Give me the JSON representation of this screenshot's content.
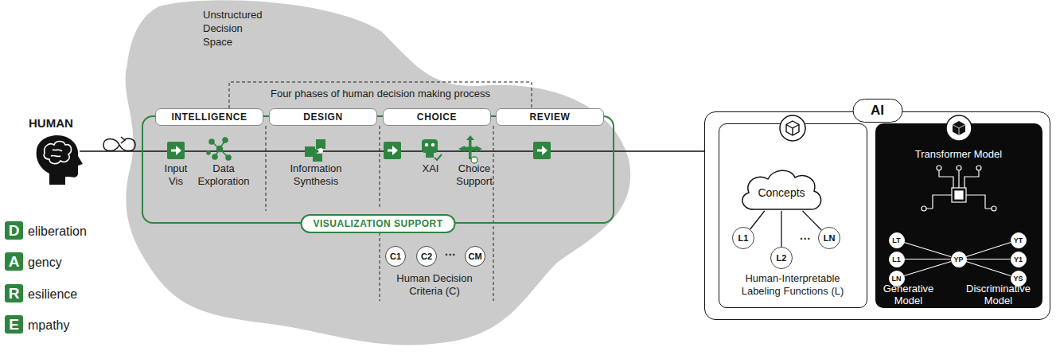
{
  "diagram": {
    "nodes": [
      {
        "text": [
          "VISUALIZATION SUPPORT"
        ]
      },
      {
        "text": [
          "INTELLIGENCE"
        ],
        "in": 0
      },
      {
        "text": [
          "DESIGN"
        ],
        "in": 0
      },
      {
        "text": [
          "CHOICE"
        ],
        "in": 0
      },
      {
        "text": [
          "REVIEW"
        ],
        "in": 0
      },
      {
        "text": [
          "C1"
        ]
      },
      {
        "text": [
          "C2"
        ]
      },
      {
        "text": [
          "CM"
        ]
      },
      {
        "text": [
          "D",
          "eliberation"
        ]
      },
      {
        "text": [
          "A",
          "gency"
        ]
      },
      {
        "text": [
          "R",
          "esilience"
        ]
      },
      {
        "text": [
          "E",
          "mpathy"
        ]
      },
      {
        "text": [
          "AI"
        ]
      },
      {
        "text": [
          "Human-Interpretable Labeling Functions (L)"
        ],
        "in": 12
      },
      {
        "text": [
          "Concepts"
        ],
        "in": 13
      },
      {
        "text": [
          "L1"
        ],
        "in": 13
      },
      {
        "text": [
          "L2"
        ],
        "in": 13
      },
      {
        "text": [
          "LN"
        ],
        "in": 13
      },
      {
        "text": [
          "Transformer Model",
          "Generative Model",
          "Discriminative Model"
        ],
        "in": 12
      },
      {
        "text": [
          "LT"
        ],
        "in": 18
      },
      {
        "text": [
          "L1"
        ],
        "in": 18
      },
      {
        "text": [
          "LN"
        ],
        "in": 18
      },
      {
        "text": [
          "YP"
        ],
        "in": 18
      },
      {
        "text": [
          "YT"
        ],
        "in": 18
      },
      {
        "text": [
          "Y1"
        ],
        "in": 18
      },
      {
        "text": [
          "YS"
        ],
        "in": 18
      }
    ],
    "edges": [
      {
        "from": 0,
        "to": 12,
        "arrow": "none"
      },
      {
        "from": 14,
        "to": 15,
        "arrow": "none"
      },
      {
        "from": 14,
        "to": 16,
        "arrow": "none"
      },
      {
        "from": 14,
        "to": 17,
        "arrow": "none"
      },
      {
        "from": 19,
        "to": 22,
        "arrow": "none"
      },
      {
        "from": 20,
        "to": 22,
        "arrow": "none"
      },
      {
        "from": 21,
        "to": 22,
        "arrow": "none"
      },
      {
        "from": 22,
        "to": 23,
        "arrow": "none"
      },
      {
        "from": 22,
        "to": 24,
        "arrow": "none"
      },
      {
        "from": 22,
        "to": 25,
        "arrow": "none"
      }
    ],
    "labels": [
      "Unstructured Decision Space",
      "HUMAN",
      "Four phases of human decision making process",
      "Input Vis",
      "Data Exploration",
      "Information Synthesis",
      "XAI",
      "Choice Support",
      "···",
      "Human Decision Criteria (C)",
      "···"
    ]
  }
}
